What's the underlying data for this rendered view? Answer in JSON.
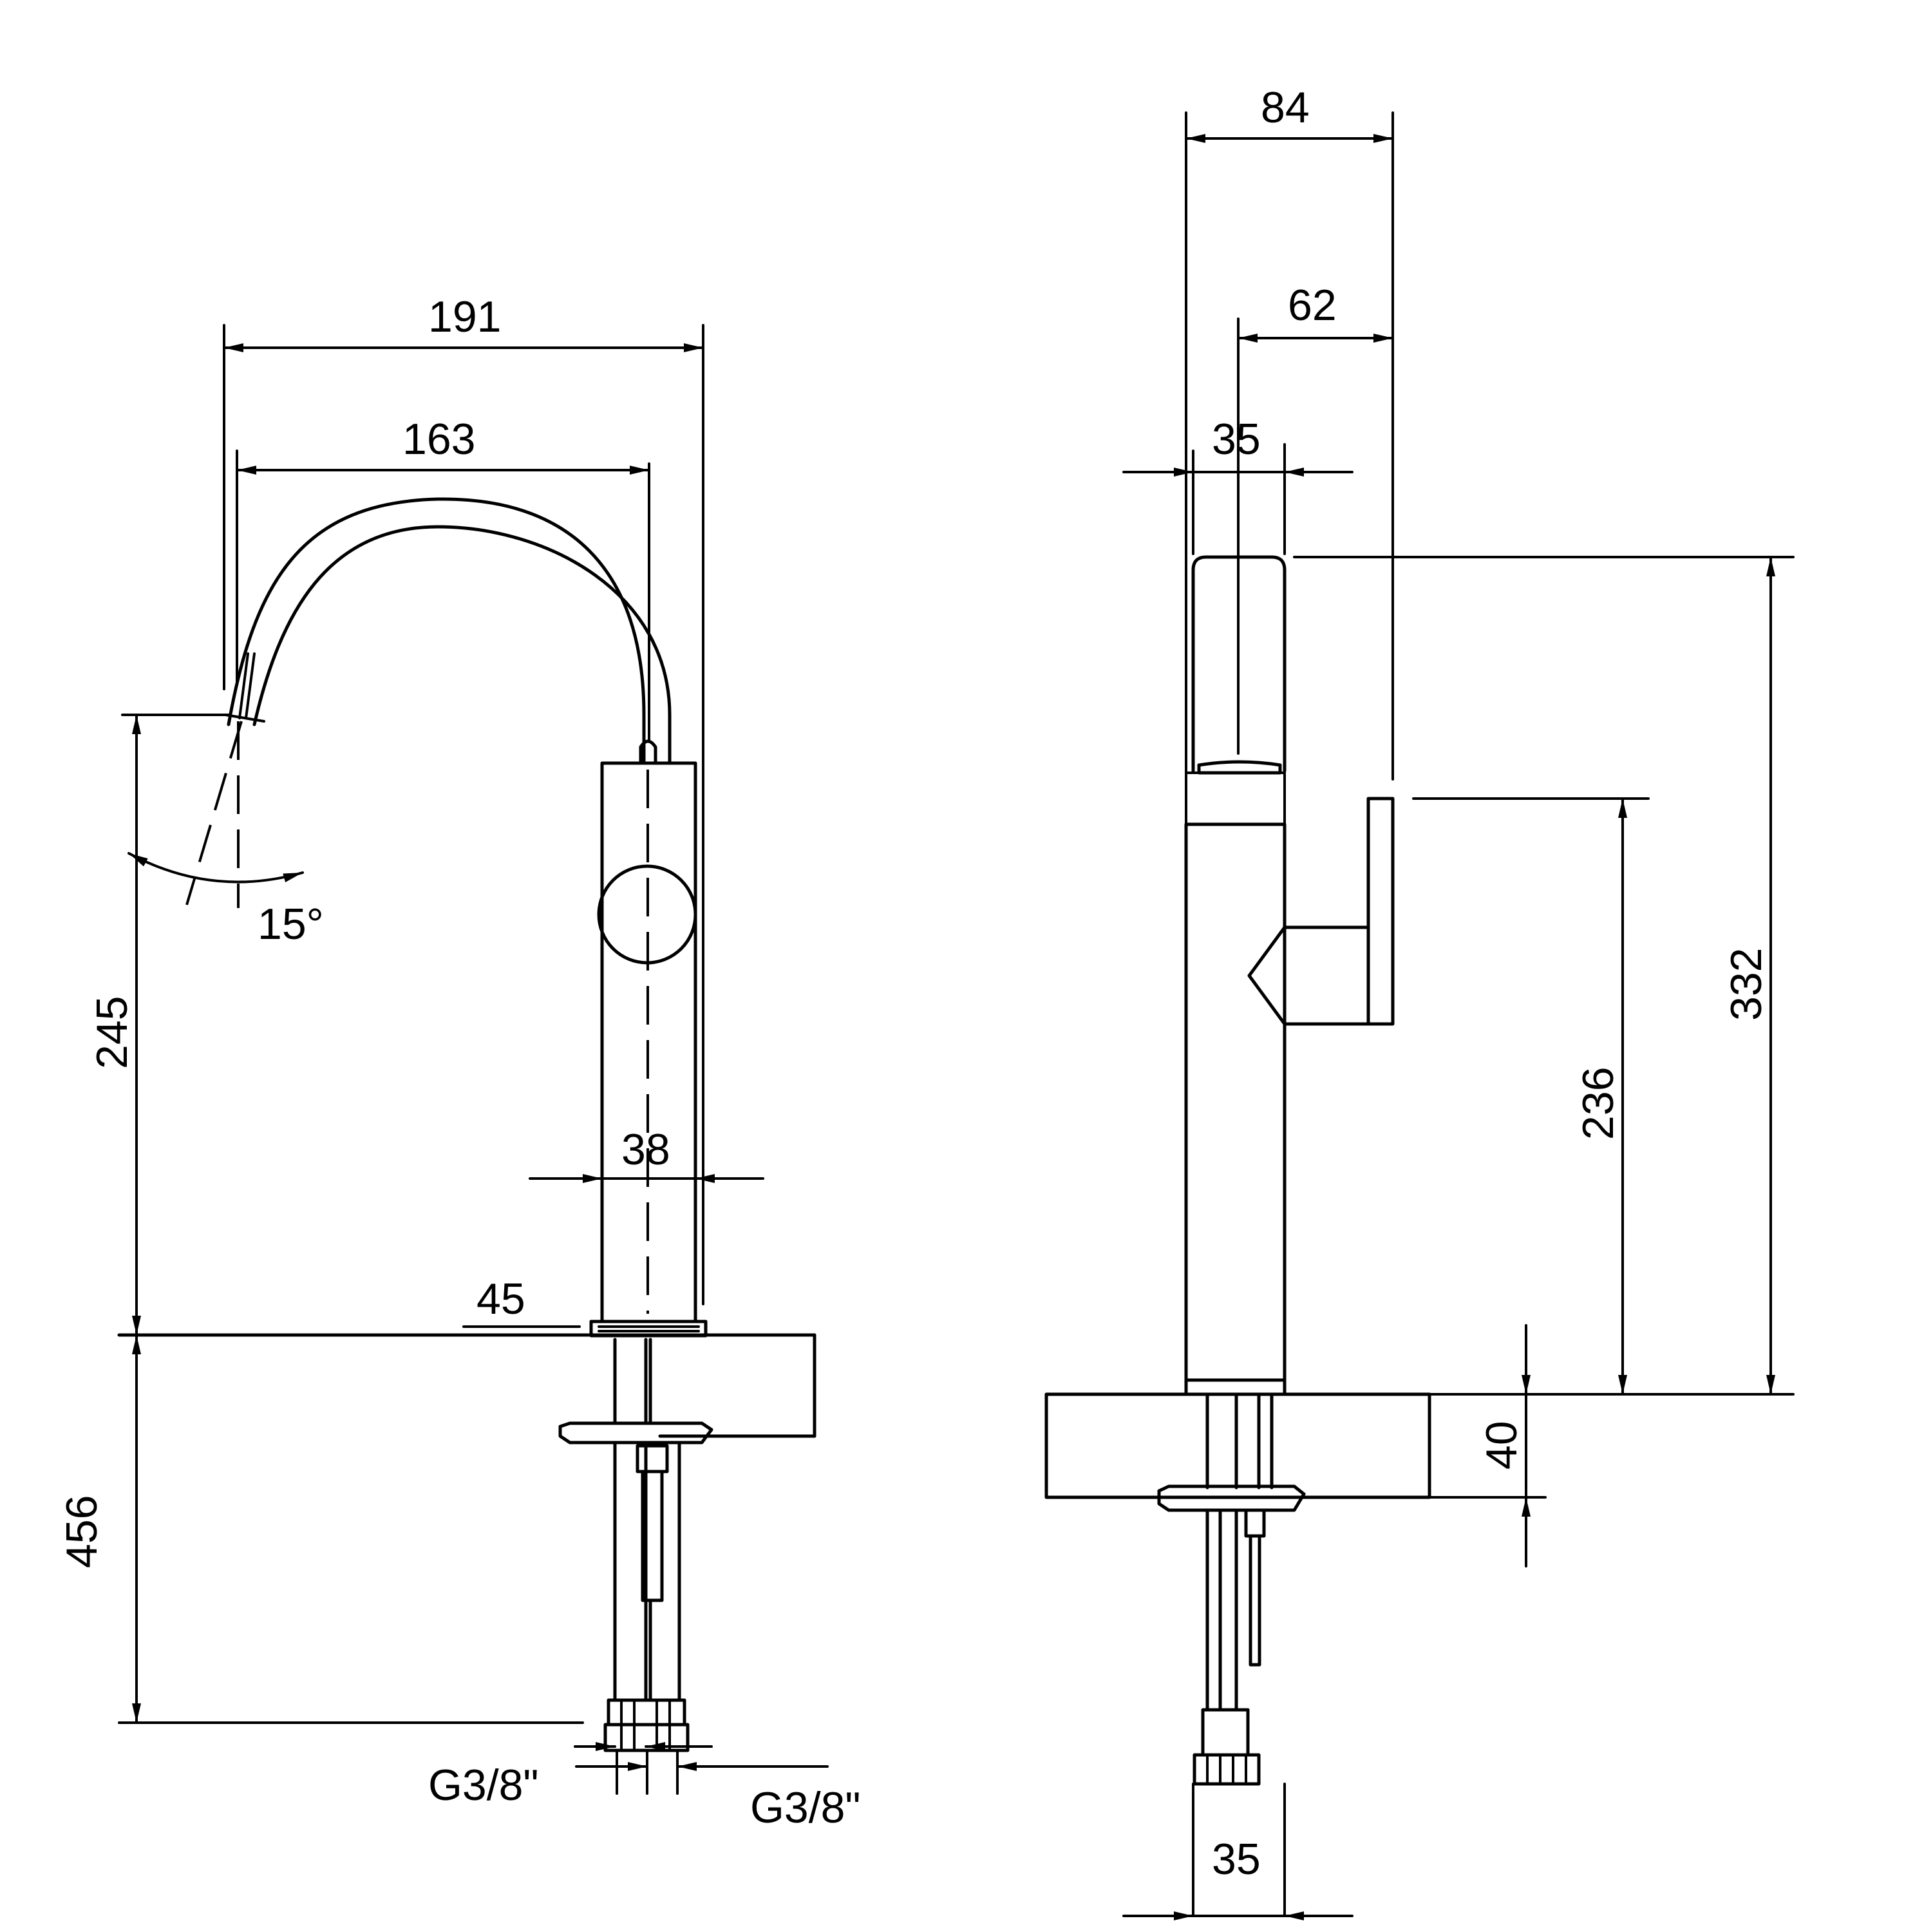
{
  "front_view": {
    "width_outer": "191",
    "width_inner": "163",
    "spout_height": "245",
    "body_diameter": "38",
    "deck_mark": "45",
    "hose_length": "456",
    "connection_left": "G3/8\"",
    "connection_right": "G3/8\"",
    "spray_angle": "15°"
  },
  "side_view": {
    "total_depth": "84",
    "handle_offset": "62",
    "body_width": "35",
    "total_height": "332",
    "handle_height": "236",
    "deck_thickness": "40",
    "shank_width": "35"
  }
}
